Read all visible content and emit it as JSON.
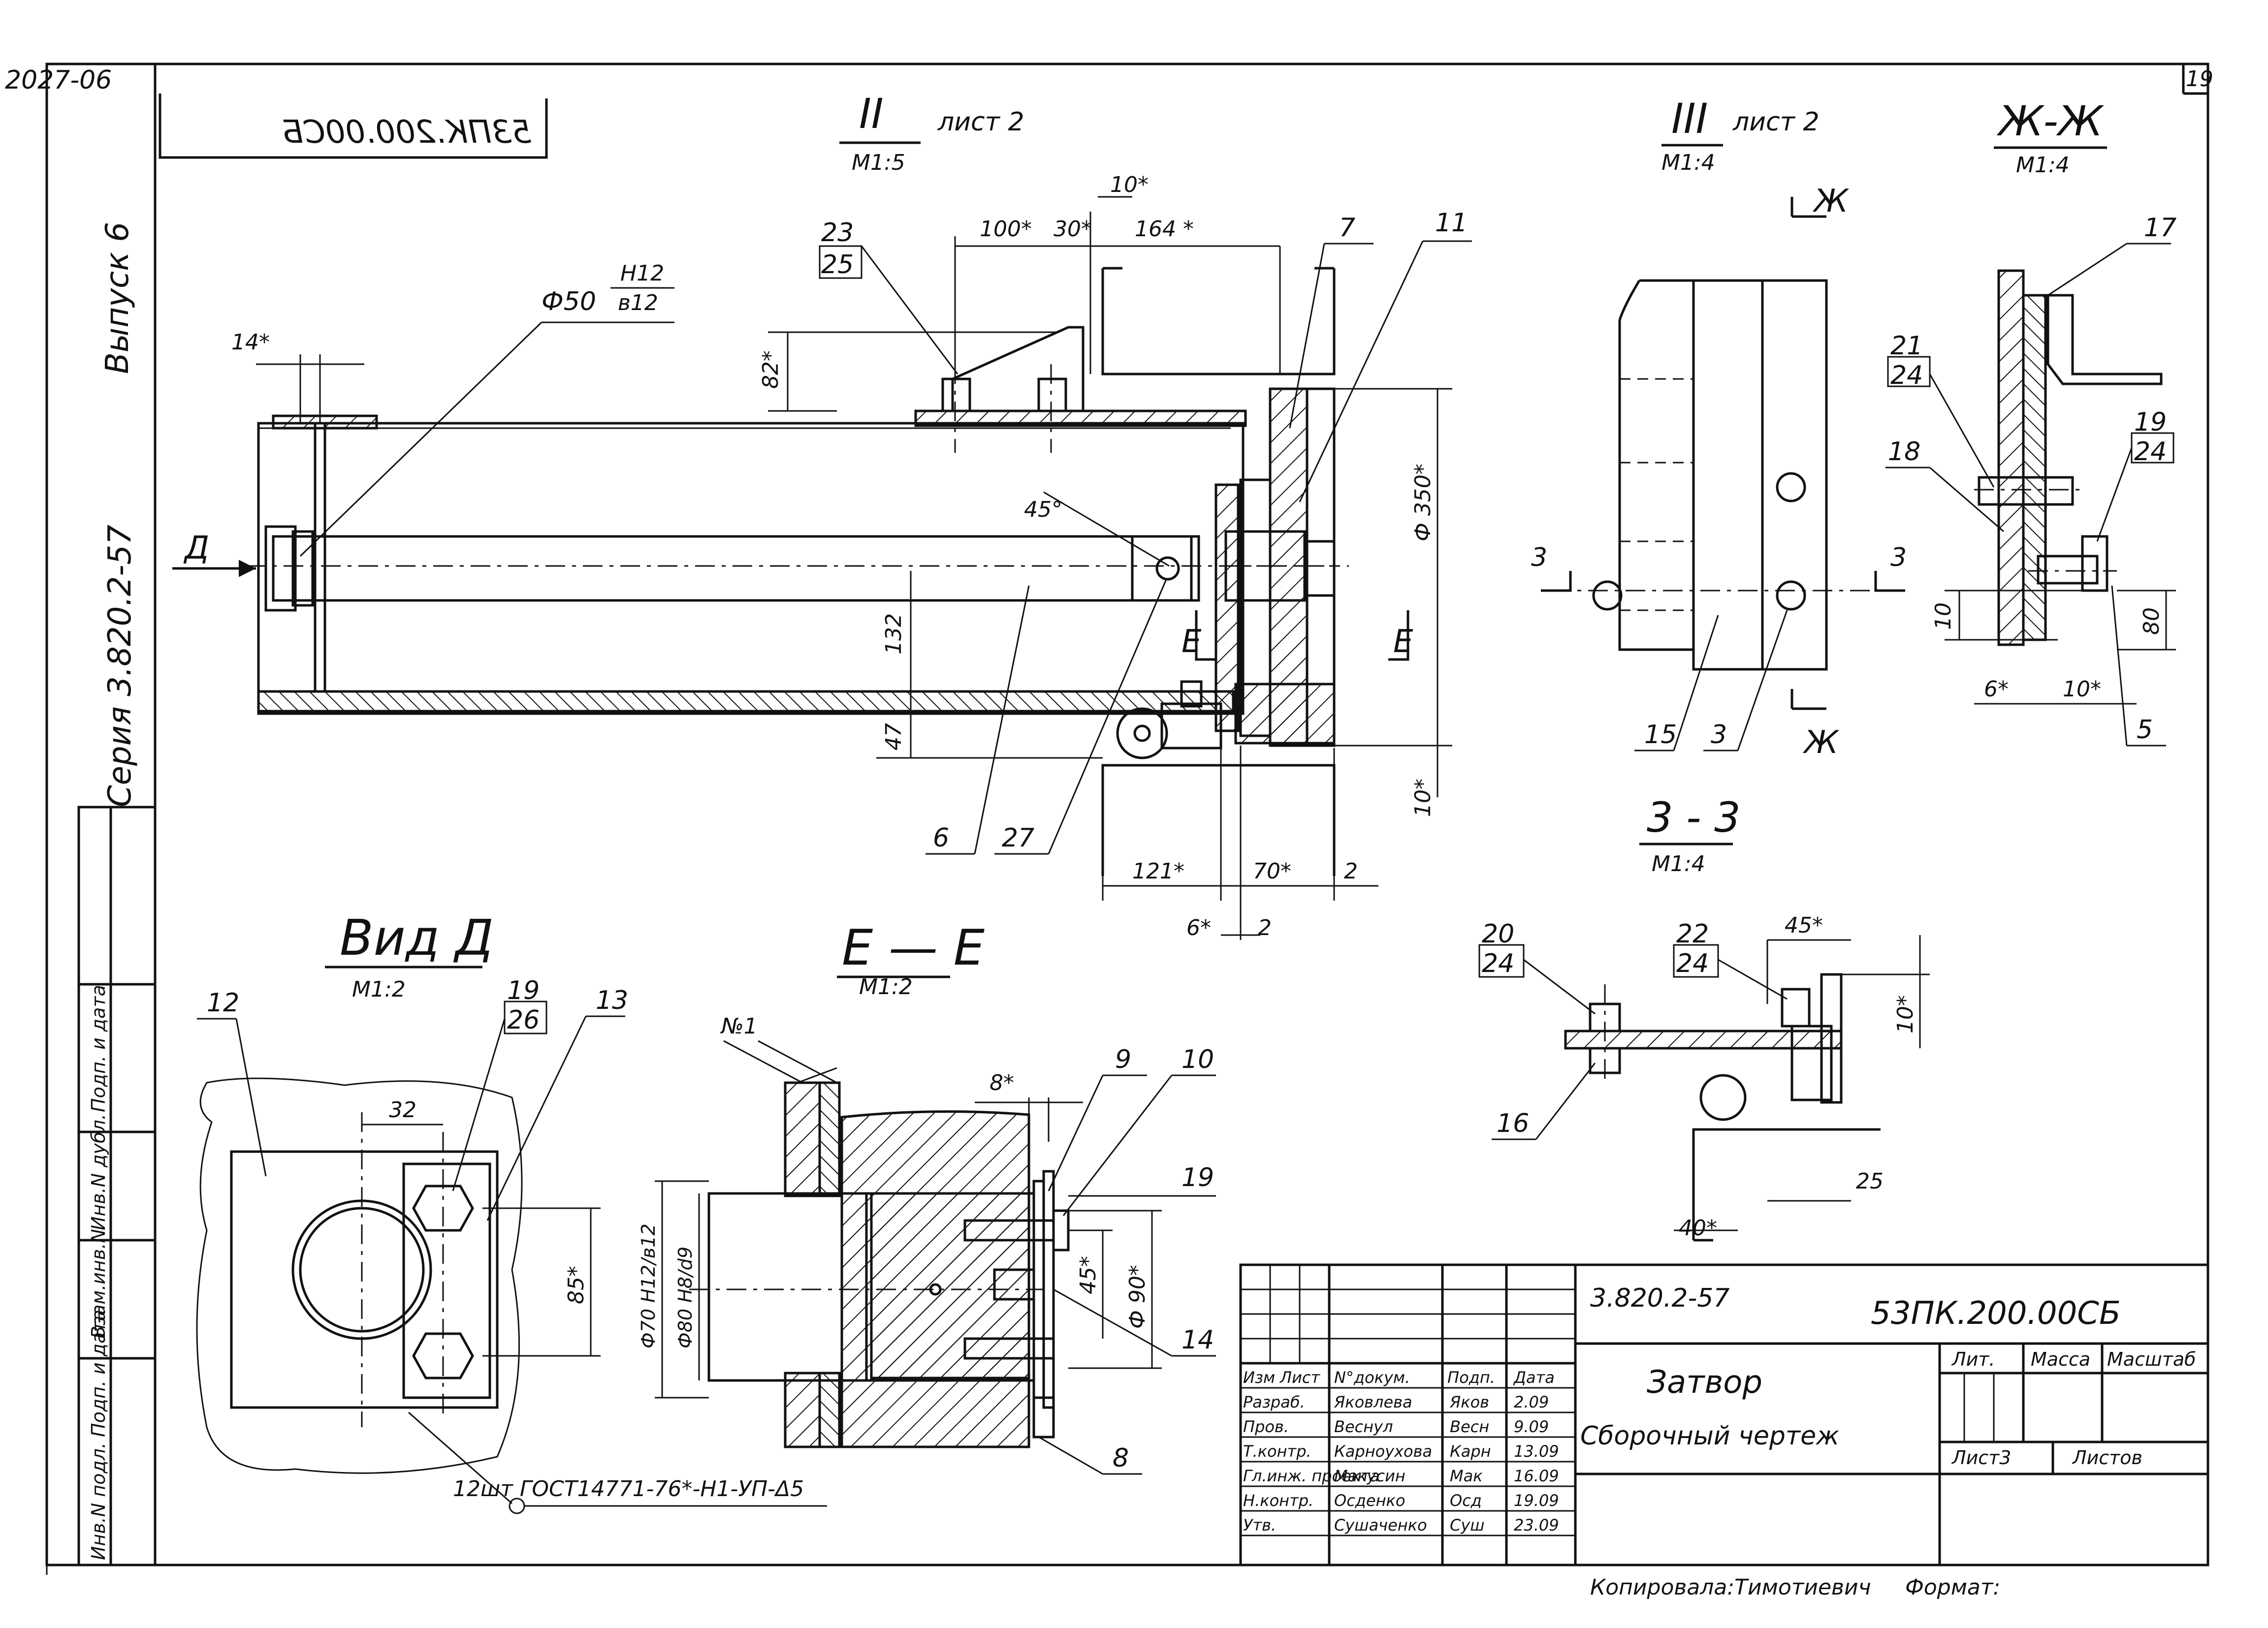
{
  "sheet": {
    "archive_no": "2027-06",
    "sheet_no": "19",
    "mirrored_code": "53ПК.200.00СБ",
    "vypusk": "Выпуск 6",
    "seriya": "Серия 3.820.2-57"
  },
  "side_stamp": [
    "Инв.N подл.",
    "Подп. и дата",
    "Взам.инв.N",
    "Инв.N дубл.",
    "Подп. и дата"
  ],
  "views": {
    "view2": {
      "numeral": "II",
      "sheet_ref": "лист 2",
      "scale": "М1:5"
    },
    "view3": {
      "numeral": "III",
      "sheet_ref": "лист 2",
      "scale": "М1:4"
    },
    "section_zh": {
      "title": "Ж-Ж",
      "scale": "М1:4",
      "cut_letter": "Ж"
    },
    "section_33": {
      "title": "3 - 3",
      "scale": "М1:4"
    },
    "vid_d": {
      "title": "Вид Д",
      "scale": "М1:2",
      "arrow_letter": "Д"
    },
    "section_ee": {
      "title": "Е — Е",
      "scale": "М1:2",
      "cut_letter": "Е"
    }
  },
  "dimensions": {
    "d14": "14*",
    "d100": "100*",
    "d30": "30*",
    "d10": "10*",
    "d164": "164 *",
    "d82": "82*",
    "phi50": "Ф50",
    "fit_h12": "H12",
    "fit_b12": "в12",
    "d45deg": "45°",
    "d132": "132",
    "d47": "47",
    "phi350": "Ф 350*",
    "d10b": "10*",
    "d121": "121*",
    "d70": "70*",
    "d2": "2",
    "d6": "6*",
    "d2b": "2",
    "d10z": "10",
    "d80": "80",
    "d6z": "6*",
    "d10zb": "10*",
    "d45": "45*",
    "d10s": "10*",
    "d25": "25",
    "d40": "40*",
    "d32": "32",
    "d85": "85*",
    "d8": "8*",
    "d45e": "45*",
    "phi90": "Ф 90*",
    "phi80": "Ф80 Н8/d9",
    "phi70": "Ф70 Н12/в12"
  },
  "callouts": {
    "c23": "23",
    "c25": "25",
    "c7": "7",
    "c11": "11",
    "c6": "6",
    "c27": "27",
    "c15": "15",
    "c3": "3",
    "c17": "17",
    "c21": "21",
    "c24": "24",
    "c18": "18",
    "c19": "19",
    "c24b": "24",
    "c5": "5",
    "c20": "20",
    "c24c": "24",
    "c22": "22",
    "c24d": "24",
    "c16": "16",
    "c12": "12",
    "c19b": "19",
    "c26": "26",
    "c13": "13",
    "c9": "9",
    "c10": "10",
    "c19c": "19",
    "c14": "14",
    "c8": "8",
    "weld_no": "№1",
    "weld_note": "12шт ГОСТ14771-76*-Н1-УП-Δ5",
    "sec3": "3"
  },
  "title_block": {
    "series_code": "3.820.2-57",
    "doc_code": "53ПК.200.00СБ",
    "name": "Затвор",
    "doc_type": "Сборочный чертеж",
    "lit": "Лит.",
    "massa": "Масса",
    "masshtab": "Масштаб",
    "list": "Лист3",
    "listov": "Листов",
    "headers": [
      "Изм",
      "Лист",
      "N°докум.",
      "Подп.",
      "Дата"
    ],
    "rows": [
      {
        "role": "Разраб.",
        "name": "Яковлева",
        "sign": "Яков",
        "date": "2.09"
      },
      {
        "role": "Пров.",
        "name": "Веснул",
        "sign": "Весн",
        "date": "9.09"
      },
      {
        "role": "Т.контр.",
        "name": "Карноухова",
        "sign": "Карн",
        "date": "13.09"
      },
      {
        "role": "Гл.инж. проекта",
        "name": "Макусин",
        "sign": "Мак",
        "date": "16.09"
      },
      {
        "role": "Н.контр.",
        "name": "Осденко",
        "sign": "Осд",
        "date": "19.09"
      },
      {
        "role": "Утв.",
        "name": "Сушаченко",
        "sign": "Суш",
        "date": "23.09"
      }
    ],
    "kopiroval": "Копировала:Тимотиевич",
    "format": "Формат:"
  }
}
